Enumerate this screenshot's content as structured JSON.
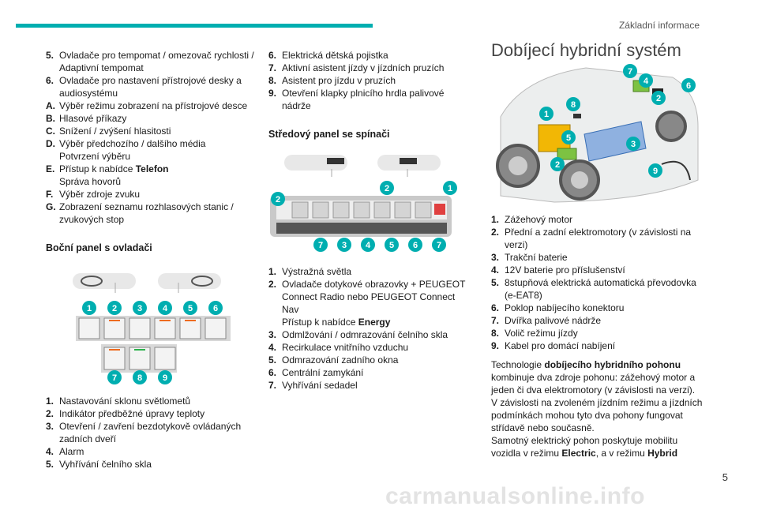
{
  "header": {
    "section": "Základní informace"
  },
  "col1": {
    "items": [
      {
        "n": "5.",
        "t": "Ovladače pro tempomat / omezovač rychlosti / Adaptivní tempomat"
      },
      {
        "n": "6.",
        "t": "Ovladače pro nastavení přístrojové desky a audiosystému"
      },
      {
        "n": "A.",
        "t": "Výběr režimu zobrazení na přístrojové desce"
      },
      {
        "n": "B.",
        "t": "Hlasové příkazy"
      },
      {
        "n": "C.",
        "t": "Snížení / zvýšení hlasitosti"
      },
      {
        "n": "D.",
        "t": "Výběr předchozího / dalšího média",
        "sub": "Potvrzení výběru"
      },
      {
        "n": "E.",
        "t": "Přístup k nabídce ",
        "bold": "Telefon",
        "sub": "Správa hovorů"
      },
      {
        "n": "F.",
        "t": "Výběr zdroje zvuku"
      },
      {
        "n": "G.",
        "t": "Zobrazení seznamu rozhlasových stanic / zvukových stop"
      }
    ],
    "heading": "Boční panel s ovladači",
    "badges": [
      "1",
      "2",
      "3",
      "4",
      "5",
      "6",
      "7",
      "8",
      "9"
    ],
    "list": [
      {
        "n": "1.",
        "t": "Nastavování sklonu světlometů"
      },
      {
        "n": "2.",
        "t": "Indikátor předběžné úpravy teploty"
      },
      {
        "n": "3.",
        "t": "Otevření / zavření bezdotykově ovládaných zadních dveří"
      },
      {
        "n": "4.",
        "t": "Alarm"
      },
      {
        "n": "5.",
        "t": "Vyhřívání čelního skla"
      }
    ]
  },
  "col2": {
    "items": [
      {
        "n": "6.",
        "t": "Elektrická dětská pojistka"
      },
      {
        "n": "7.",
        "t": "Aktivní asistent jízdy v jízdních pruzích"
      },
      {
        "n": "8.",
        "t": "Asistent pro jízdu v pruzích"
      },
      {
        "n": "9.",
        "t": "Otevření klapky plnicího hrdla palivové nádrže"
      }
    ],
    "heading": "Středový panel se spínači",
    "badges": [
      "1",
      "2",
      "2",
      "7",
      "3",
      "4",
      "5",
      "6",
      "7"
    ],
    "list": [
      {
        "n": "1.",
        "t": "Výstražná světla"
      },
      {
        "n": "2.",
        "t": "Ovladače dotykové obrazovky + PEUGEOT Connect Radio nebo PEUGEOT Connect Nav",
        "sub": "Přístup k nabídce ",
        "subbold": "Energy"
      },
      {
        "n": "3.",
        "t": "Odmlžování / odmrazování čelního skla"
      },
      {
        "n": "4.",
        "t": "Recirkulace vnitřního vzduchu"
      },
      {
        "n": "5.",
        "t": "Odmrazování zadního okna"
      },
      {
        "n": "6.",
        "t": "Centrální zamykání"
      },
      {
        "n": "7.",
        "t": "Vyhřívání sedadel"
      }
    ]
  },
  "col3": {
    "title": "Dobíjecí hybridní systém",
    "badges": [
      "7",
      "4",
      "6",
      "2",
      "1",
      "8",
      "5",
      "3",
      "2",
      "9"
    ],
    "list": [
      {
        "n": "1.",
        "t": "Zážehový motor"
      },
      {
        "n": "2.",
        "t": "Přední a zadní elektromotory (v závislosti na verzi)"
      },
      {
        "n": "3.",
        "t": "Trakční baterie"
      },
      {
        "n": "4.",
        "t": "12V baterie pro příslušenství"
      },
      {
        "n": "5.",
        "t": "8stupňová elektrická automatická převodovka (e-EAT8)"
      },
      {
        "n": "6.",
        "t": "Poklop nabíjecího konektoru"
      },
      {
        "n": "7.",
        "t": "Dvířka palivové nádrže"
      },
      {
        "n": "8.",
        "t": "Volič režimu jízdy"
      },
      {
        "n": "9.",
        "t": "Kabel pro domácí nabíjení"
      }
    ],
    "para1_pre": "Technologie ",
    "para1_bold": "dobíjecího hybridního pohonu",
    "para1_post": " kombinuje dva zdroje pohonu: zážehový motor a jeden či dva elektromotory (v závislosti na verzi).",
    "para2": "V závislosti na zvoleném jízdním režimu a jízdních podmínkách mohou tyto dva pohony fungovat střídavě nebo současně.",
    "para3_pre": "Samotný elektrický pohon poskytuje mobilitu vozidla v režimu ",
    "para3_b1": "Electric",
    "para3_mid": ", a v režimu ",
    "para3_b2": "Hybrid"
  },
  "footer": {
    "page": "5",
    "watermark": "carmanualsonline.info"
  },
  "colors": {
    "accent": "#00aeb0"
  }
}
